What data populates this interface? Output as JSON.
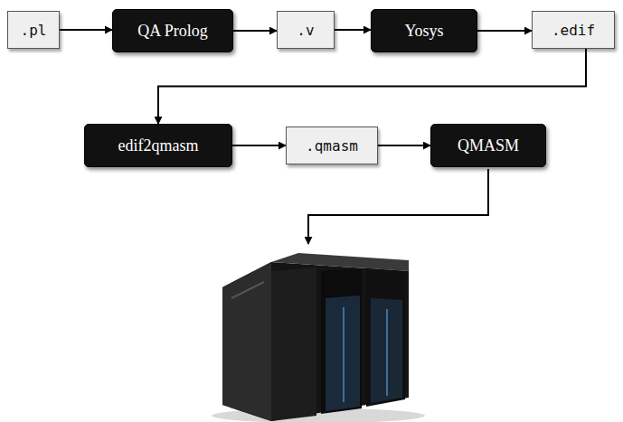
{
  "diagram": {
    "nodes": [
      {
        "text": [
          ".pl"
        ]
      },
      {
        "text": [
          "QA Prolog"
        ]
      },
      {
        "text": [
          ".v"
        ]
      },
      {
        "text": [
          "Yosys"
        ]
      },
      {
        "text": [
          ".edif"
        ]
      },
      {
        "text": [
          "edif2qmasm"
        ]
      },
      {
        "text": [
          ".qmasm"
        ]
      },
      {
        "text": [
          "QMASM"
        ]
      }
    ],
    "edges": [
      {
        "from": 0,
        "to": 1,
        "arrow": "to"
      },
      {
        "from": 1,
        "to": 2,
        "arrow": "to"
      },
      {
        "from": 2,
        "to": 3,
        "arrow": "to"
      },
      {
        "from": 3,
        "to": 4,
        "arrow": "to"
      },
      {
        "from": 4,
        "to": 5,
        "arrow": "to"
      },
      {
        "from": 5,
        "to": 6,
        "arrow": "to"
      },
      {
        "from": 6,
        "to": 7,
        "arrow": "to"
      }
    ]
  }
}
